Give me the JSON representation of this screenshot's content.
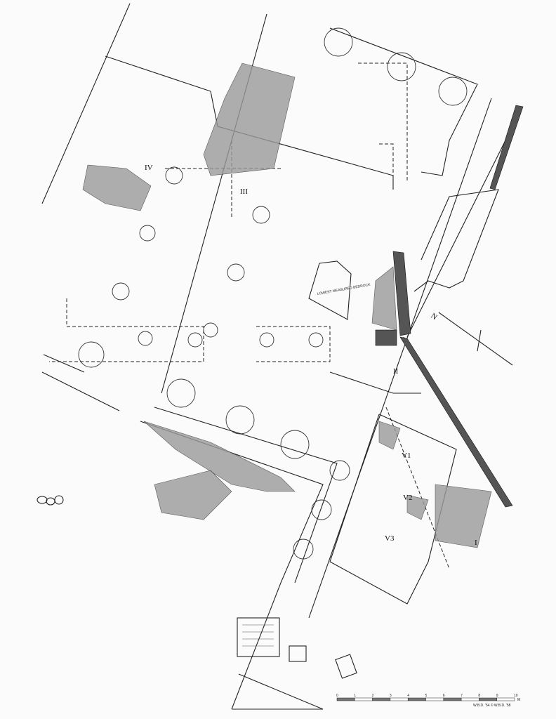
{
  "plan": {
    "area_labels": [
      "IV",
      "III",
      "II",
      "I"
    ],
    "subarea_labels": [
      "V1",
      "V2",
      "V3"
    ],
    "notes": [
      "LOWEST MEASURED BEDROCK"
    ],
    "north_label": "N",
    "scale_bar": {
      "ticks": [
        "0",
        "1",
        "2",
        "3",
        "4",
        "5",
        "6",
        "7",
        "8",
        "9",
        "10"
      ],
      "unit": "M"
    },
    "credit": "W.B.D. '54 © W.B.D. '58",
    "colors": {
      "ink": "#222222",
      "paper": "#fbfbfb",
      "rubble": "#9a9a9a"
    }
  }
}
